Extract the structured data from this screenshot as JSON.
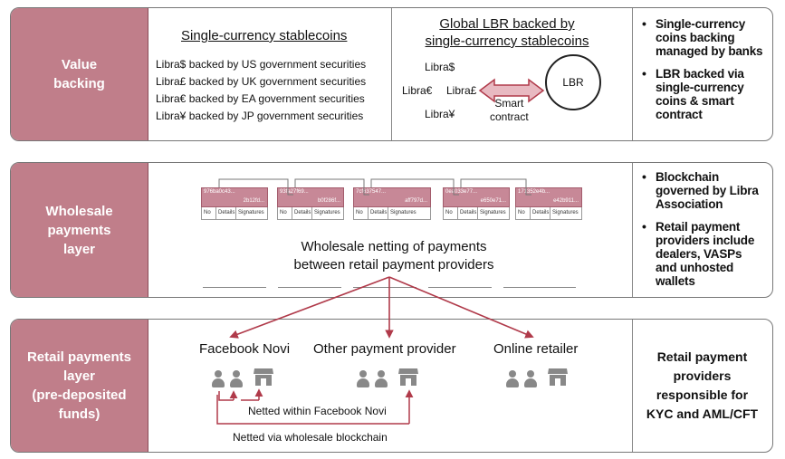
{
  "rows": {
    "value_backing": {
      "label": "Value\nbacking",
      "stablecoins_title": "Single-currency stablecoins",
      "stablecoins": [
        "Libra$ backed by US government securities",
        "Libra£ backed by UK government securities",
        "Libra€ backed by EA government securities",
        "Libra¥ backed by JP government securities"
      ],
      "lbr_title": "Global LBR backed by\nsingle-currency stablecoins",
      "coins": {
        "usd": "Libra$",
        "eur": "Libra€",
        "gbp": "Libra£",
        "jpy": "Libra¥"
      },
      "smart_contract": "Smart\ncontract",
      "lbr": "LBR",
      "notes": [
        "Single-currency coins backing managed by banks",
        "LBR backed via single-currency coins & smart contract"
      ]
    },
    "wholesale": {
      "label": "Wholesale\npayments\nlayer",
      "blocks": [
        {
          "hash_prev": "976ba0c43...",
          "hash": "2b12fd..."
        },
        {
          "hash_prev": "93fa27f69...",
          "hash": "b0f286f..."
        },
        {
          "hash_prev": "7cf637547...",
          "hash": "aff797d..."
        },
        {
          "hash_prev": "0ea033e77...",
          "hash": "e650e71..."
        },
        {
          "hash_prev": "171352e4b...",
          "hash": "e42b911..."
        }
      ],
      "cells": {
        "no": "No",
        "details": "Details",
        "signatures": "Signatures"
      },
      "netting_text": "Wholesale netting of payments\nbetween retail payment providers",
      "notes": [
        "Blockchain governed by Libra Association",
        "Retail payment providers include dealers, VASPs and unhosted wallets"
      ]
    },
    "retail": {
      "label": "Retail payments\nlayer\n(pre-deposited\nfunds)",
      "providers": [
        "Facebook Novi",
        "Other payment provider",
        "Online retailer"
      ],
      "netted_within": "Netted within Facebook Novi",
      "netted_via": "Netted via wholesale blockchain",
      "note": "Retail payment\nproviders\nresponsible for\nKYC and AML/CFT"
    }
  },
  "colors": {
    "label_bg": "#c07e8a",
    "block_fill": "#c78897",
    "arrow": "#b03a4a",
    "arrow_fill": "#e8b9c1",
    "icon_gray": "#888888"
  },
  "icons": [
    "person-icon",
    "store-icon",
    "double-arrow-icon",
    "arrow-icon"
  ]
}
